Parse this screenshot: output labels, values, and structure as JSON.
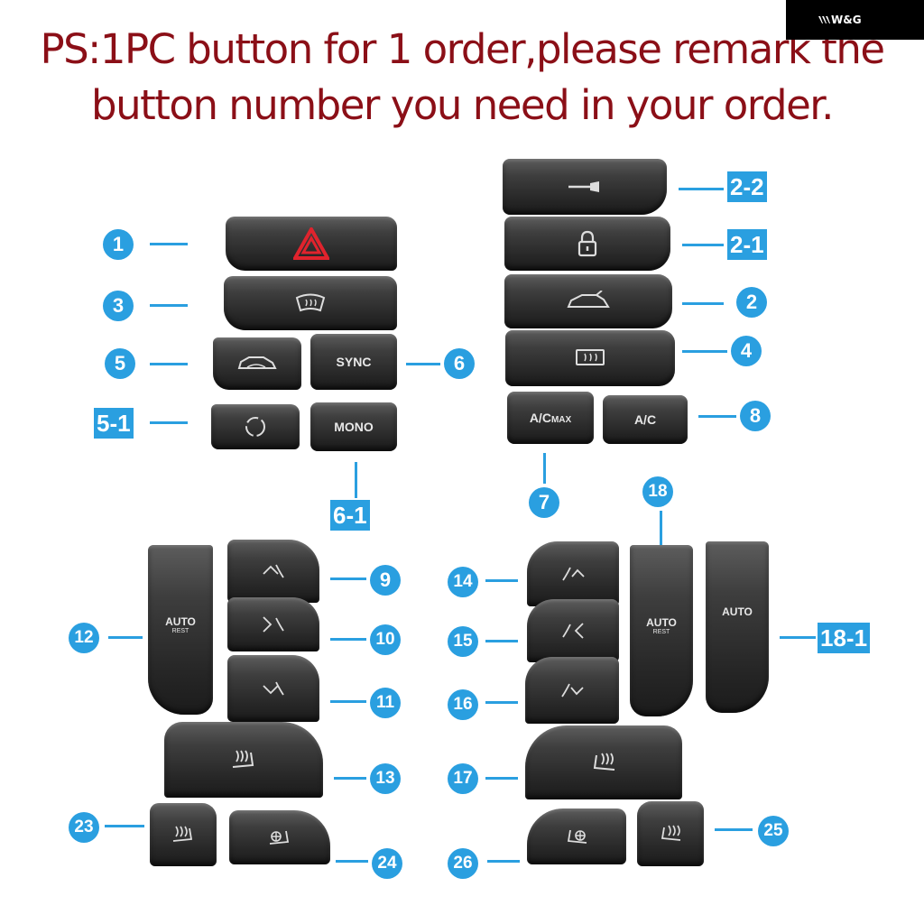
{
  "header": {
    "line1": "PS:1PC button for 1 order,please remark the",
    "line2": "button number you need in your order.",
    "color": "#8b0f17"
  },
  "brand": {
    "text": "W&G"
  },
  "accent": "#2a9fe0",
  "buttons": {
    "sync": "SYNC",
    "mono": "MONO",
    "ac_max_a": "A/C",
    "ac_max_b": "MAX",
    "ac": "A/C",
    "auto": "AUTO",
    "rest": "REST"
  },
  "labels": {
    "n1": "1",
    "n3": "3",
    "n5": "5",
    "n51": "5-1",
    "n6": "6",
    "n61": "6-1",
    "n22": "2-2",
    "n21": "2-1",
    "n2": "2",
    "n4": "4",
    "n7": "7",
    "n8": "8",
    "n9": "9",
    "n10": "10",
    "n11": "11",
    "n12": "12",
    "n13": "13",
    "n14": "14",
    "n15": "15",
    "n16": "16",
    "n17": "17",
    "n18": "18",
    "n181": "18-1",
    "n23": "23",
    "n24": "24",
    "n25": "25",
    "n26": "26"
  }
}
